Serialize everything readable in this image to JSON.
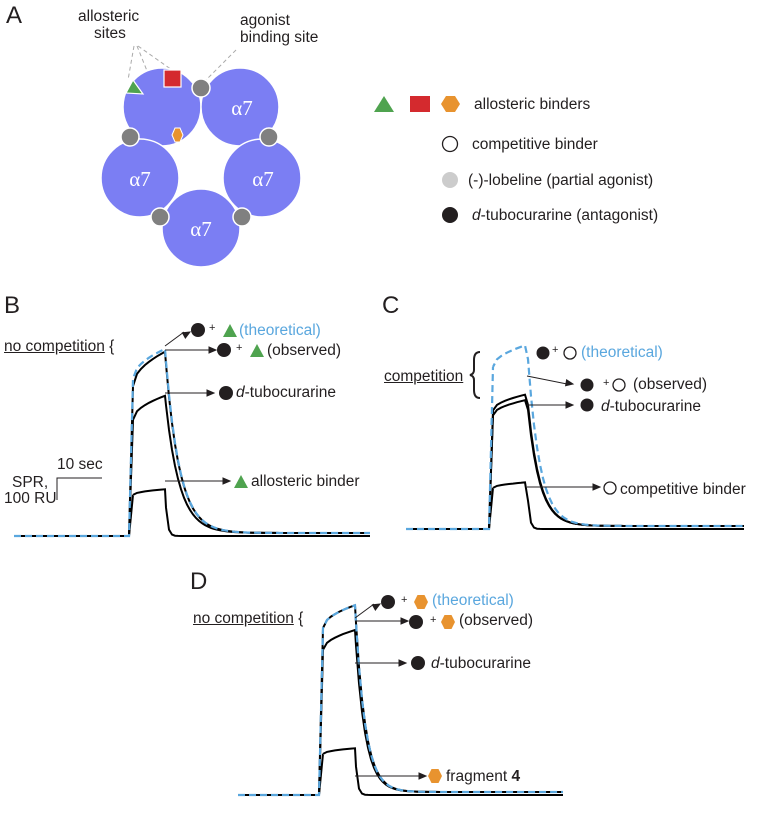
{
  "colors": {
    "subunit": "#7b7ef3",
    "site": "#808080",
    "triangle": "#4fa34f",
    "square": "#d42a2e",
    "hexagon": "#e8932f",
    "theoretical": "#5aa7de",
    "trace": "#000000",
    "lobeline": "#cccccc",
    "antagonist": "#231f20"
  },
  "panels": {
    "A": {
      "letter": "A",
      "subunit_label": "α7",
      "allosteric_sites_label_1": "allosteric",
      "allosteric_sites_label_2": "sites",
      "agonist_site_label_1": "agonist",
      "agonist_site_label_2": "binding site",
      "legend": [
        {
          "icons": [
            "triangle",
            "square",
            "hexagon"
          ],
          "label": "allosteric binders"
        },
        {
          "icons": [
            "open-circle"
          ],
          "label": "competitive binder"
        },
        {
          "icons": [
            "light-gray-circle"
          ],
          "label": "(-)-lobeline (partial agonist)"
        },
        {
          "icons": [
            "black-circle"
          ],
          "label_italic": "d",
          "label": "-tubocurarine (antagonist)"
        }
      ]
    },
    "B": {
      "letter": "B",
      "bracket_label": "no competition",
      "bracket_symbol": "{",
      "scale_time": "10 sec",
      "scale_y_1": "SPR,",
      "scale_y_2": "100 RU",
      "annotations": {
        "theoretical": "(theoretical)",
        "observed": "(observed)",
        "dtc_italic": "d",
        "dtc": "-tubocurarine",
        "binder": "allosteric binder",
        "plus": "+"
      }
    },
    "C": {
      "letter": "C",
      "bracket_label": "competition",
      "annotations": {
        "theoretical": "(theoretical)",
        "observed": "(observed)",
        "dtc_italic": "d",
        "dtc": "-tubocurarine",
        "binder": "competitive binder",
        "plus": "+"
      }
    },
    "D": {
      "letter": "D",
      "bracket_label": "no competition",
      "bracket_symbol": "{",
      "annotations": {
        "theoretical": "(theoretical)",
        "observed": "(observed)",
        "dtc_italic": "d",
        "dtc": "-tubocurarine",
        "binder_prefix": "fragment ",
        "binder_bold": "4",
        "plus": "+"
      }
    }
  },
  "chart_data": [
    {
      "type": "line",
      "title": "B",
      "xlabel": "time (scale bar 10 sec)",
      "ylabel": "SPR (scale bar 100 RU)",
      "series": [
        {
          "name": "d-tubocurarine + allosteric binder (theoretical)",
          "style": "dashed-blue",
          "plateau_RU": 340,
          "association_end_RU": 325
        },
        {
          "name": "d-tubocurarine + allosteric binder (observed)",
          "style": "solid-black",
          "plateau_RU": 335,
          "association_end_RU": 310
        },
        {
          "name": "d-tubocurarine",
          "style": "solid-black",
          "plateau_RU": 255,
          "association_end_RU": 240
        },
        {
          "name": "allosteric binder",
          "style": "solid-black",
          "plateau_RU": 85,
          "association_end_RU": 85
        }
      ]
    },
    {
      "type": "line",
      "title": "C",
      "series": [
        {
          "name": "d-tubocurarine + competitive binder (theoretical)",
          "style": "dashed-blue",
          "plateau_RU": 335
        },
        {
          "name": "d-tubocurarine + competitive binder (observed)",
          "style": "solid-black",
          "plateau_RU": 245
        },
        {
          "name": "d-tubocurarine",
          "style": "solid-black",
          "plateau_RU": 235
        },
        {
          "name": "competitive binder",
          "style": "solid-black",
          "plateau_RU": 85
        }
      ]
    },
    {
      "type": "line",
      "title": "D",
      "series": [
        {
          "name": "d-tubocurarine + fragment 4 (theoretical)",
          "style": "dashed-blue",
          "plateau_RU": 345
        },
        {
          "name": "d-tubocurarine + fragment 4 (observed)",
          "style": "solid-black",
          "plateau_RU": 345
        },
        {
          "name": "d-tubocurarine",
          "style": "solid-black",
          "plateau_RU": 300
        },
        {
          "name": "fragment 4",
          "style": "solid-black",
          "plateau_RU": 85
        }
      ]
    }
  ]
}
